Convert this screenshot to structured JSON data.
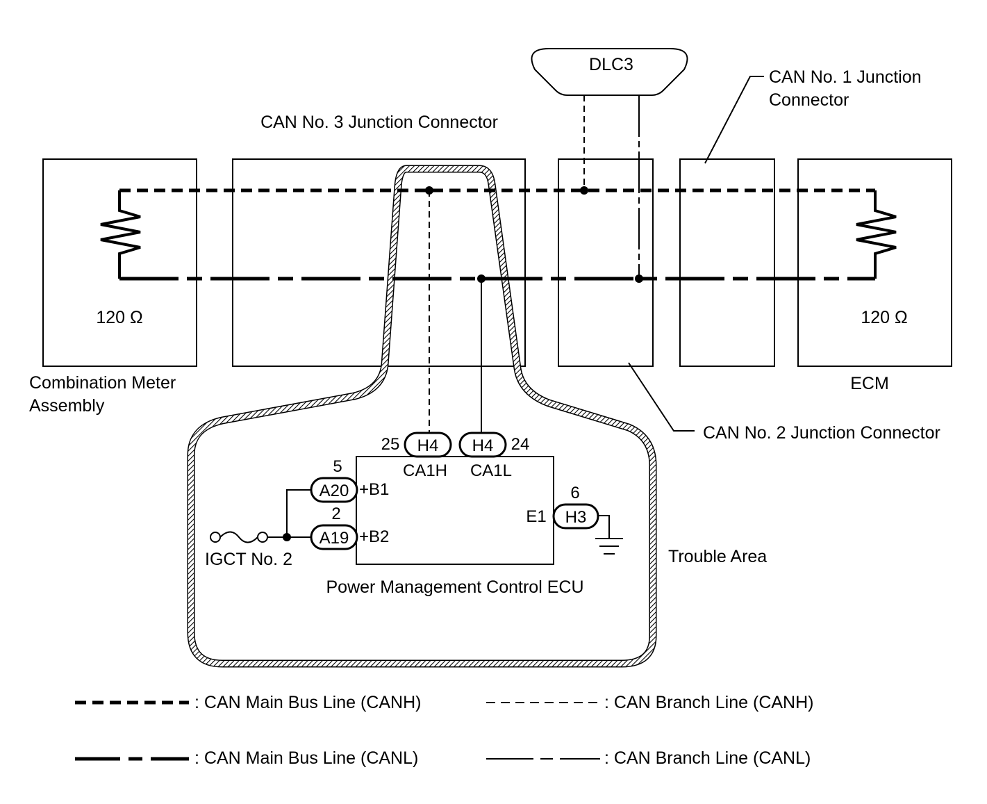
{
  "labels": {
    "dlc3": "DLC3",
    "can1_junction_line1": "CAN No. 1 Junction",
    "can1_junction_line2": "Connector",
    "can3_junction": "CAN No. 3 Junction Connector",
    "can2_junction": "CAN No. 2 Junction Connector",
    "combination_meter_line1": "Combination Meter",
    "combination_meter_line2": "Assembly",
    "ecm": "ECM",
    "resistor_left": "120 Ω",
    "resistor_right": "120 Ω",
    "trouble_area": "Trouble Area",
    "power_mgmt_ecu": "Power Management Control ECU",
    "igct": "IGCT No. 2"
  },
  "ecu_pins": {
    "ca1h_pin": "25",
    "ca1h_conn": "H4",
    "ca1h_name": "CA1H",
    "ca1l_pin": "24",
    "ca1l_conn": "H4",
    "ca1l_name": "CA1L",
    "b1_pin": "5",
    "b1_conn": "A20",
    "b1_name": "+B1",
    "b2_pin": "2",
    "b2_conn": "A19",
    "b2_name": "+B2",
    "e1_pin": "6",
    "e1_conn": "H3",
    "e1_name": "E1"
  },
  "legend": {
    "main_canh": ": CAN Main Bus Line (CANH)",
    "branch_canh": ": CAN Branch Line (CANH)",
    "main_canl": ": CAN Main Bus Line (CANL)",
    "branch_canl": ": CAN Branch Line (CANL)"
  }
}
